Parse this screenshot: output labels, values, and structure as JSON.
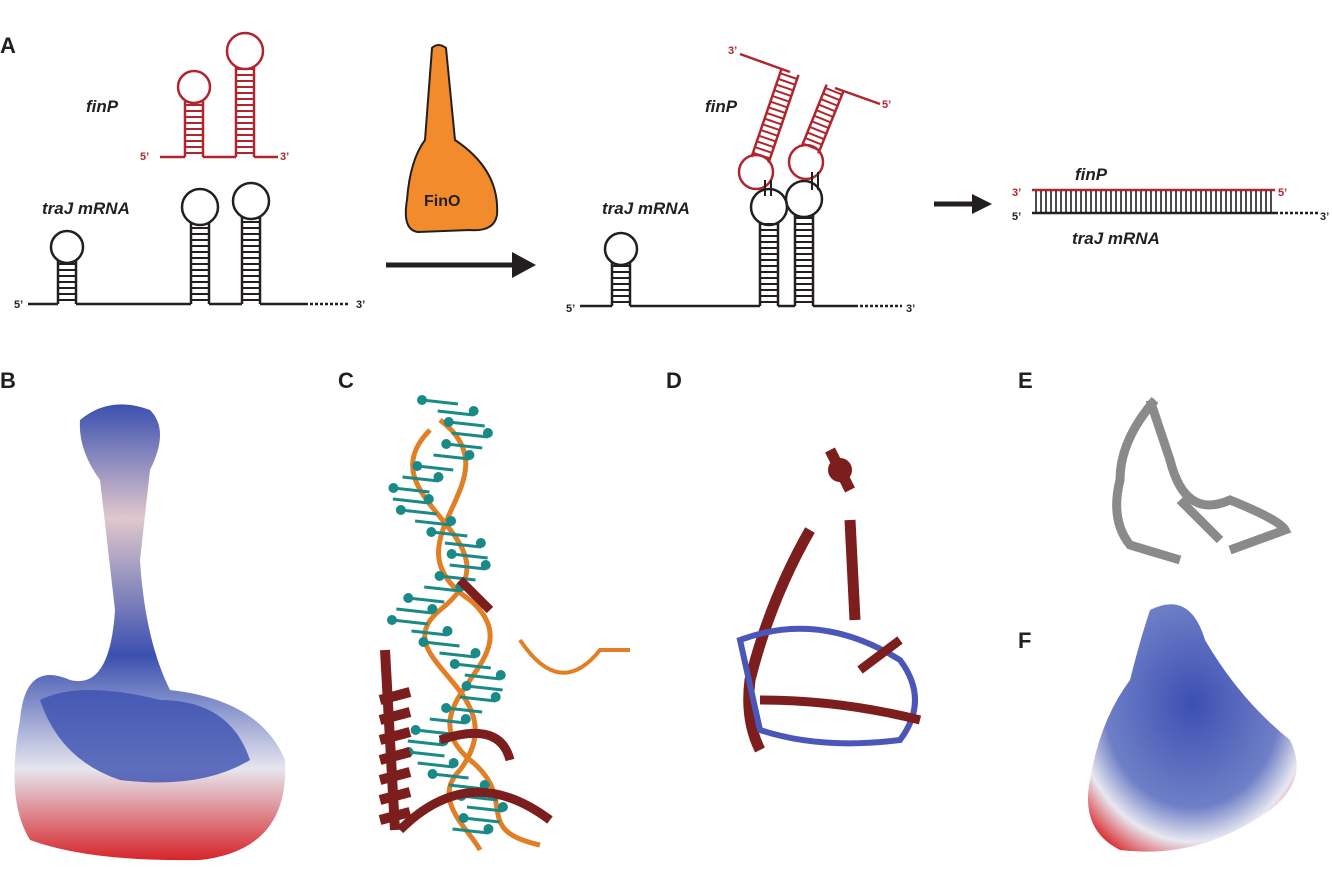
{
  "panels": {
    "a": "A",
    "b": "B",
    "c": "C",
    "d": "D",
    "e": "E",
    "f": "F"
  },
  "panel_a": {
    "finp_label": "finP",
    "trajmrna_label": "traJ mRNA",
    "fino_label": "FinO",
    "five_prime": "5’",
    "three_prime": "3’"
  },
  "colors": {
    "rna_red": "#b1252f",
    "mrna_black": "#231f20",
    "fino_orange": "#f28b2c",
    "helix_maroon": "#7d1e1e",
    "base_teal": "#1a8a88",
    "positive_blue": "#3b4fb0",
    "negative_red": "#d8252b",
    "grey": "#8a8a8a"
  }
}
